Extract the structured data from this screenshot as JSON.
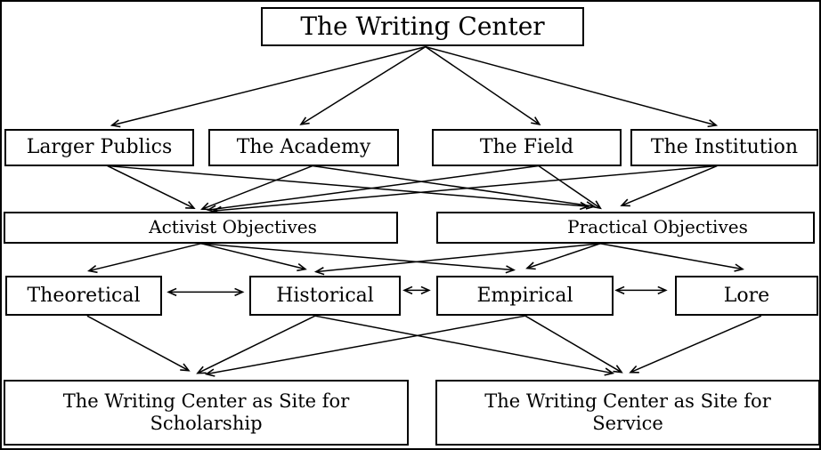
{
  "figure": {
    "type": "hierarchical-flow-diagram",
    "background_color": "#ffffff",
    "line_color": "#000000",
    "box_fill_color": "#ffffff",
    "box_border_color": "#000000"
  },
  "nodes": {
    "writing_center": {
      "label": "The Writing Center",
      "level": 1
    },
    "larger_publics": {
      "label": "Larger Publics",
      "level": 2
    },
    "academy": {
      "label": "The Academy",
      "level": 2
    },
    "field": {
      "label": "The Field",
      "level": 2
    },
    "institution": {
      "label": "The Institution",
      "level": 2
    },
    "activist": {
      "label": "Activist Objectives",
      "level": 3
    },
    "practical": {
      "label": "Practical Objectives",
      "level": 3
    },
    "theoretical": {
      "label": "Theoretical",
      "level": 4
    },
    "historical": {
      "label": "Historical",
      "level": 4
    },
    "empirical": {
      "label": "Empirical",
      "level": 4
    },
    "lore": {
      "label": "Lore",
      "level": 4
    },
    "scholarship": {
      "label": "The Writing Center as Site for Scholarship",
      "level": 5
    },
    "service": {
      "label": "The Writing Center as Site for Service",
      "level": 5
    }
  },
  "edges": [
    {
      "from": "writing_center",
      "to": "larger_publics"
    },
    {
      "from": "writing_center",
      "to": "academy"
    },
    {
      "from": "writing_center",
      "to": "field"
    },
    {
      "from": "writing_center",
      "to": "institution"
    },
    {
      "from": "larger_publics",
      "to": "activist"
    },
    {
      "from": "larger_publics",
      "to": "practical"
    },
    {
      "from": "academy",
      "to": "activist"
    },
    {
      "from": "academy",
      "to": "practical"
    },
    {
      "from": "field",
      "to": "activist"
    },
    {
      "from": "field",
      "to": "practical"
    },
    {
      "from": "institution",
      "to": "activist"
    },
    {
      "from": "institution",
      "to": "practical"
    },
    {
      "from": "activist",
      "to": "theoretical"
    },
    {
      "from": "activist",
      "to": "historical"
    },
    {
      "from": "activist",
      "to": "empirical"
    },
    {
      "from": "practical",
      "to": "historical"
    },
    {
      "from": "practical",
      "to": "empirical"
    },
    {
      "from": "practical",
      "to": "lore"
    },
    {
      "from": "theoretical",
      "to": "scholarship"
    },
    {
      "from": "historical",
      "to": "scholarship"
    },
    {
      "from": "empirical",
      "to": "scholarship"
    },
    {
      "from": "historical",
      "to": "service"
    },
    {
      "from": "empirical",
      "to": "service"
    },
    {
      "from": "lore",
      "to": "service"
    }
  ],
  "bidirectional_edges": [
    {
      "between": [
        "theoretical",
        "historical"
      ]
    },
    {
      "between": [
        "historical",
        "empirical"
      ]
    },
    {
      "between": [
        "empirical",
        "lore"
      ]
    }
  ]
}
